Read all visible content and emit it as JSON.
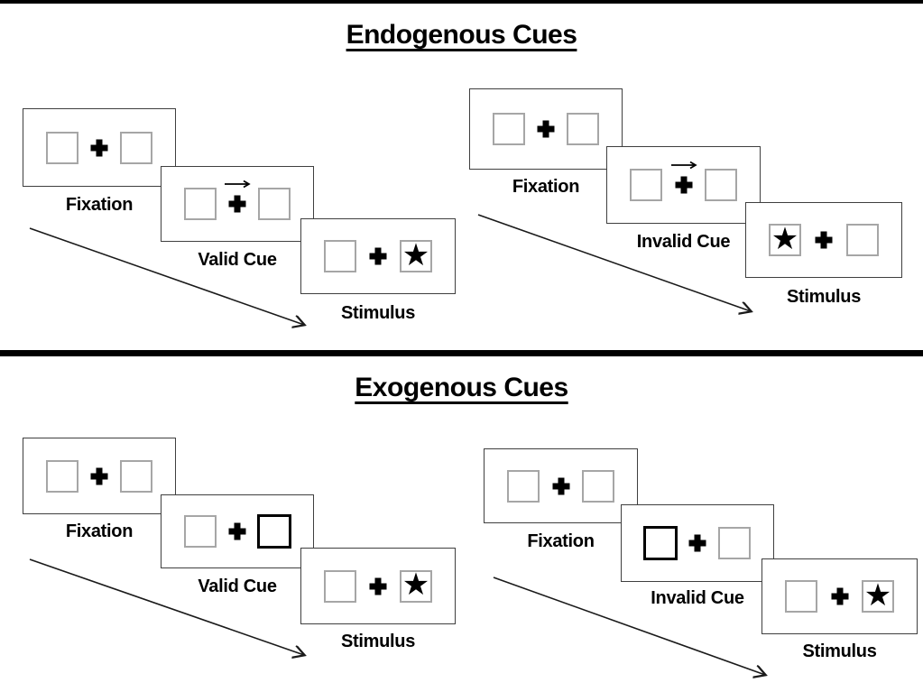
{
  "sections": [
    {
      "title": "Endogenous Cues",
      "groups": [
        {
          "name": "endogenous-valid",
          "panels": [
            {
              "label": "Fixation",
              "cue": "none",
              "star": "none"
            },
            {
              "label": "Valid Cue",
              "cue": "central-arrow-right",
              "star": "none"
            },
            {
              "label": "Stimulus",
              "cue": "none",
              "star": "right"
            }
          ]
        },
        {
          "name": "endogenous-invalid",
          "panels": [
            {
              "label": "Fixation",
              "cue": "none",
              "star": "none"
            },
            {
              "label": "Invalid Cue",
              "cue": "central-arrow-right",
              "star": "none"
            },
            {
              "label": "Stimulus",
              "cue": "none",
              "star": "left"
            }
          ]
        }
      ]
    },
    {
      "title": "Exogenous Cues",
      "groups": [
        {
          "name": "exogenous-valid",
          "panels": [
            {
              "label": "Fixation",
              "cue": "none",
              "star": "none"
            },
            {
              "label": "Valid Cue",
              "cue": "peripheral-box-right",
              "star": "none"
            },
            {
              "label": "Stimulus",
              "cue": "none",
              "star": "right"
            }
          ]
        },
        {
          "name": "exogenous-invalid",
          "panels": [
            {
              "label": "Fixation",
              "cue": "none",
              "star": "none"
            },
            {
              "label": "Invalid Cue",
              "cue": "peripheral-box-left",
              "star": "none"
            },
            {
              "label": "Stimulus",
              "cue": "none",
              "star": "right"
            }
          ]
        }
      ]
    }
  ],
  "glyphs": {
    "star": "★"
  },
  "colors": {
    "ink": "#000000",
    "panel_border": "#3f3f3f",
    "box_border": "#a6a6a6",
    "background": "#ffffff"
  }
}
